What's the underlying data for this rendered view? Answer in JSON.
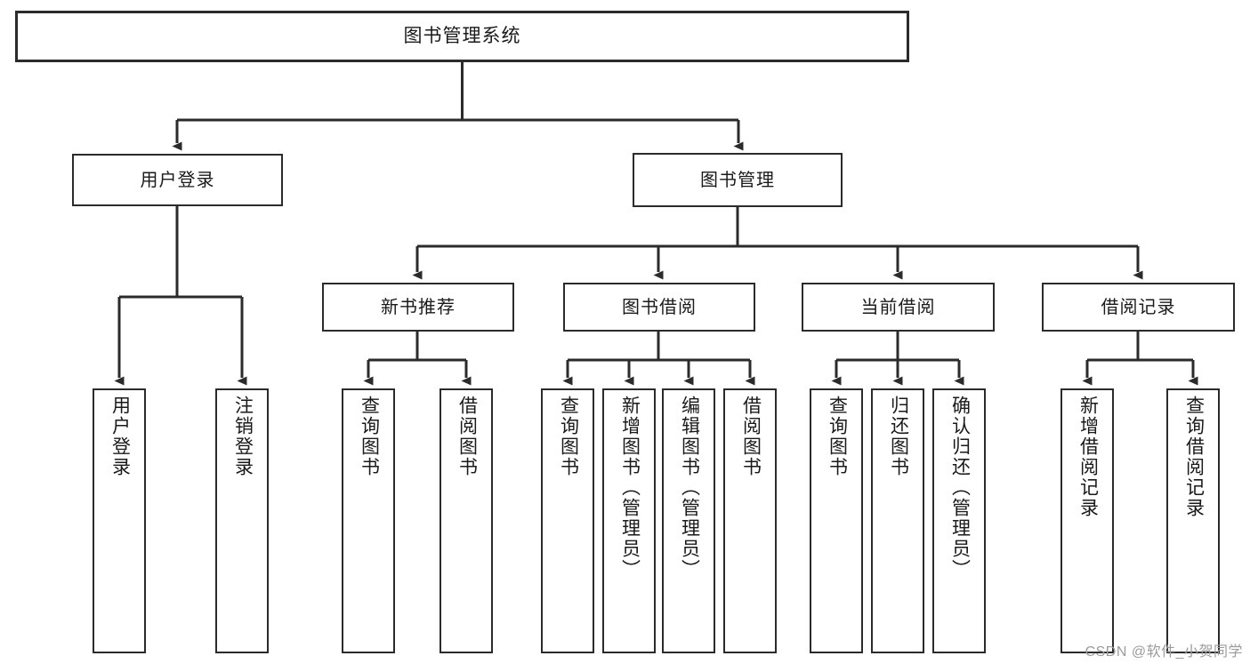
{
  "diagram": {
    "type": "tree",
    "title": "图书管理系统",
    "root": {
      "label": "图书管理系统"
    },
    "level2": [
      {
        "label": "用户登录"
      },
      {
        "label": "图书管理"
      }
    ],
    "level3": [
      {
        "label": "新书推荐"
      },
      {
        "label": "图书借阅"
      },
      {
        "label": "当前借阅"
      },
      {
        "label": "借阅记录"
      }
    ],
    "leaves": {
      "user_login": [
        {
          "label": "用户登录"
        },
        {
          "label": "注销登录"
        }
      ],
      "new_book_recommend": [
        {
          "label": "查询图书"
        },
        {
          "label": "借阅图书"
        }
      ],
      "book_borrow": [
        {
          "label": "查询图书"
        },
        {
          "label": "新增图书（管理员）"
        },
        {
          "label": "编辑图书（管理员）"
        },
        {
          "label": "借阅图书"
        }
      ],
      "current_borrow": [
        {
          "label": "查询图书"
        },
        {
          "label": "归还图书"
        },
        {
          "label": "确认归还（管理员）"
        }
      ],
      "borrow_record": [
        {
          "label": "新增借阅记录"
        },
        {
          "label": "查询借阅记录"
        }
      ]
    }
  },
  "watermark": {
    "text": "CSDN @软件_小贺同学"
  },
  "colors": {
    "stroke": "#2b2b2b",
    "background": "#ffffff",
    "text": "#1a1a1a",
    "watermark": "#9b9b9b"
  }
}
